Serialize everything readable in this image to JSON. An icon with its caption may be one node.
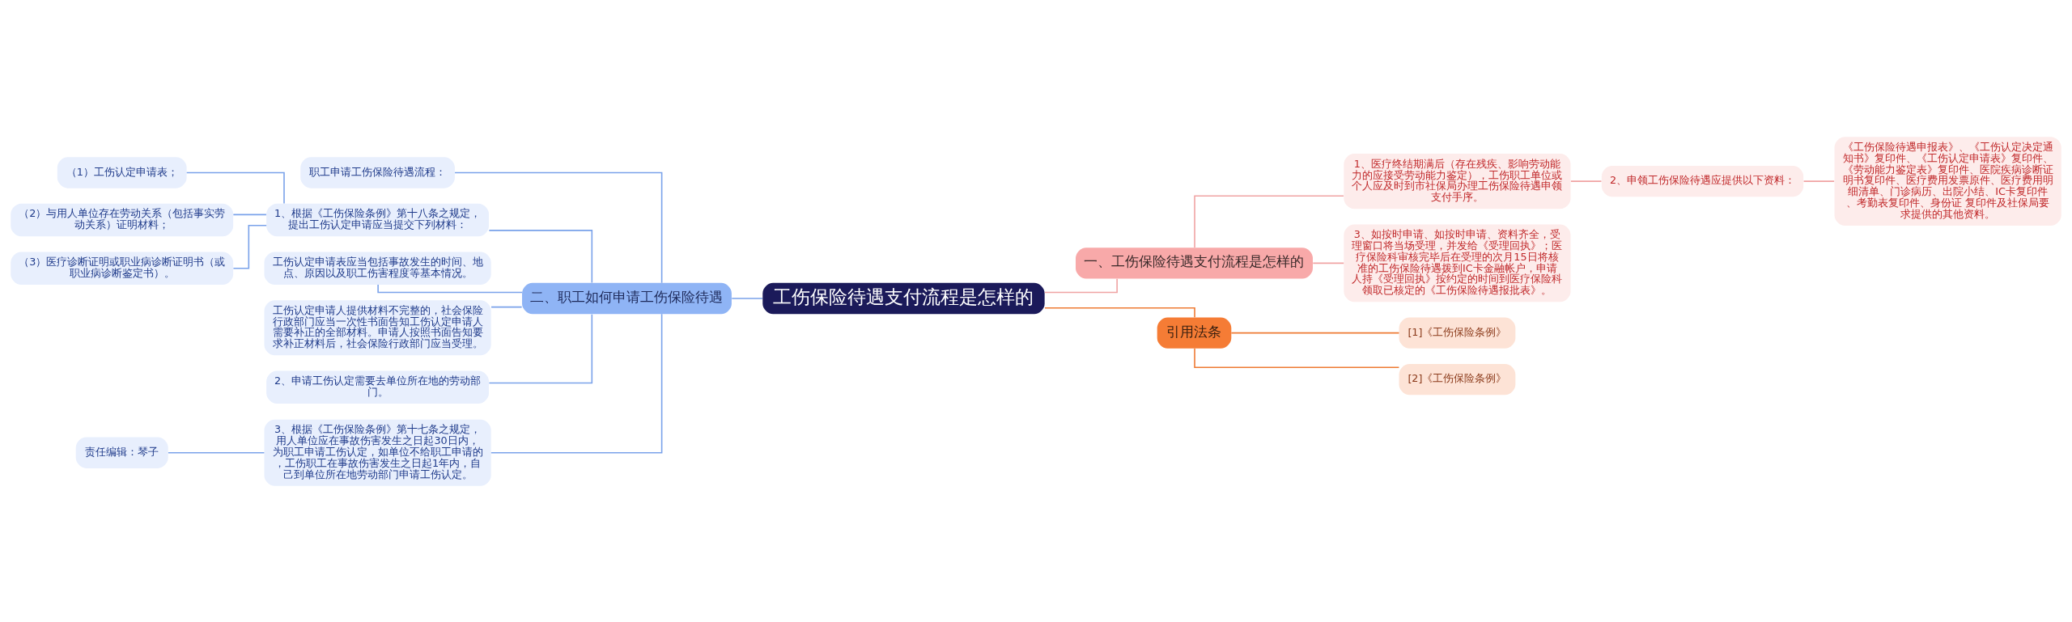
{
  "diagram": {
    "nodes": [
      {
        "text": [
          "工伤保险待遇支付流程是怎样的"
        ]
      },
      {
        "text": [
          "一、工伤保险待遇支付流程是怎样的"
        ]
      },
      {
        "text": [
          "1、医疗终结期满后（存在残疾、影响劳动能力的应接受劳动能力鉴定），工伤职工单位或个人应及时到市社保局办理工伤保险待遇申领支付手序。"
        ]
      },
      {
        "text": [
          "2、申领工伤保险待遇应提供以下资料："
        ]
      },
      {
        "text": [
          "《工伤保险待遇申报表》、《工伤认定决定通知书》复印件、《工伤认定申请表》复印件、《劳动能力鉴定表》复印件、医院疾病诊断证明书复印件、医疗费用发票原件、医疗费用明细清单、门诊病历、出院小结、IC卡复印件、考勤表复印件、身份证 复印件及社保局要求提供的其他资料。"
        ]
      },
      {
        "text": [
          "3、如按时申请、如按时申请、资料齐全，受理窗口将当场受理，并发给《受理回执》；医疗保险科审核完毕后在受理的次月15日将核准的工伤保险待遇拨到IC卡金融帐户，申请人持《受理回执》按约定的时间到医疗保险科领取已核定的《工伤保险待遇报批表》。"
        ]
      },
      {
        "text": [
          "引用法条"
        ]
      },
      {
        "text": [
          "[1]《工伤保险条例》"
        ]
      },
      {
        "text": [
          "[2]《工伤保险条例》"
        ]
      },
      {
        "text": [
          "二、职工如何申请工伤保险待遇"
        ]
      },
      {
        "text": [
          "职工申请工伤保险待遇流程："
        ]
      },
      {
        "text": [
          "1、根据《工伤保险条例》第十八条之规定，提出工伤认定申请应当提交下列材料："
        ]
      },
      {
        "text": [
          "（1）工伤认定申请表；"
        ]
      },
      {
        "text": [
          "（2）与用人单位存在劳动关系（包括事实劳动关系）证明材料；"
        ]
      },
      {
        "text": [
          "（3）医疗诊断证明或职业病诊断证明书（或职业病诊断鉴定书）。"
        ]
      },
      {
        "text": [
          "工伤认定申请表应当包括事故发生的时间、地点、原因以及职工伤害程度等基本情况。"
        ]
      },
      {
        "text": [
          "工伤认定申请人提供材料不完整的，社会保险行政部门应当一次性书面告知工伤认定申请人需要补正的全部材料。申请人按照书面告知要求补正材料后，社会保险行政部门应当受理。"
        ]
      },
      {
        "text": [
          "2、申请工伤认定需要去单位所在地的劳动部门。"
        ]
      },
      {
        "text": [
          "3、根据《工伤保险条例》第十七条之规定，用人单位应在事故伤害发生之日起30日内，为职工申请工伤认定，如单位不给职工申请的，工伤职工在事故伤害发生之日起1年内，自己到单位所在地劳动部门申请工伤认定。"
        ]
      },
      {
        "text": [
          "责任编辑：琴子"
        ]
      }
    ],
    "edges": [
      {
        "from": 0,
        "to": 1,
        "arrow": "none",
        "color": "#f0a3a3"
      },
      {
        "from": 1,
        "to": 2,
        "arrow": "none",
        "color": "#f0a3a3"
      },
      {
        "from": 2,
        "to": 3,
        "arrow": "none",
        "color": "#f0a3a3"
      },
      {
        "from": 3,
        "to": 4,
        "arrow": "none",
        "color": "#f0a3a3"
      },
      {
        "from": 1,
        "to": 5,
        "arrow": "none",
        "color": "#f0a3a3"
      },
      {
        "from": 0,
        "to": 6,
        "arrow": "none",
        "color": "#ee7a33"
      },
      {
        "from": 6,
        "to": 7,
        "arrow": "none",
        "color": "#ee7a33"
      },
      {
        "from": 6,
        "to": 8,
        "arrow": "none",
        "color": "#ee7a33"
      },
      {
        "from": 0,
        "to": 9,
        "arrow": "none"
      },
      {
        "from": 9,
        "to": 10,
        "arrow": "none"
      },
      {
        "from": 9,
        "to": 11,
        "arrow": "none"
      },
      {
        "from": 11,
        "to": 12,
        "arrow": "none"
      },
      {
        "from": 11,
        "to": 13,
        "arrow": "none"
      },
      {
        "from": 11,
        "to": 14,
        "arrow": "none"
      },
      {
        "from": 9,
        "to": 15,
        "arrow": "none"
      },
      {
        "from": 9,
        "to": 16,
        "arrow": "none"
      },
      {
        "from": 9,
        "to": 17,
        "arrow": "none"
      },
      {
        "from": 9,
        "to": 18,
        "arrow": "none"
      },
      {
        "from": 18,
        "to": 19,
        "arrow": "none"
      }
    ]
  }
}
